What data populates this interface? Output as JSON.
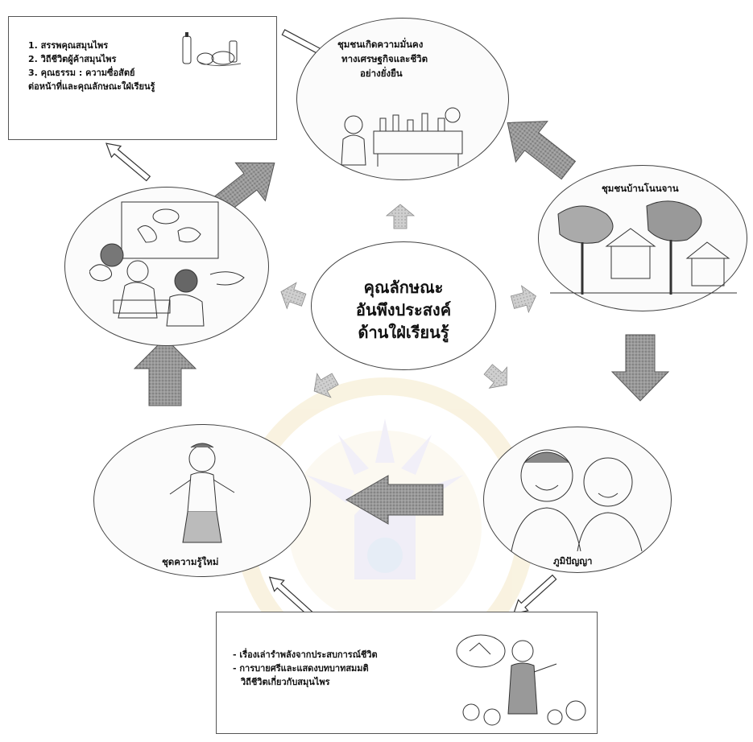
{
  "diagram": {
    "center": {
      "line1": "คุณลักษณะ",
      "line2": "อันพึงประสงค์",
      "line3": "ด้านใฝ่เรียนรู้"
    },
    "nodes": {
      "economy": {
        "line1": "ชุมชนเกิดความมั่นคง",
        "line2": "ทางเศรษฐกิจและชีวิต",
        "line3": "อย่างยั่งยืน"
      },
      "community": {
        "label": "ชุมชนบ้านโนนจาน"
      },
      "wisdom": {
        "label": "ภูมิปัญญา"
      },
      "knowledge_set": {
        "label": "ชุดความรู้ใหม่"
      }
    },
    "top_left_box": {
      "item1": "1. สรรพคุณสมุนไพร",
      "item2": "2. วิถีชีวิตผู้ค้าสมุนไพร",
      "item3": "3. คุณธรรม : ความซื่อสัตย์",
      "item4": "ต่อหน้าที่และคุณลักษณะใฝ่เรียนรู้"
    },
    "bottom_box": {
      "item1": "- เรื่องเล่ารำพลังจากประสบการณ์ชีวิต",
      "item2": "- การบายศรีและแสดงบทบาทสมมติ",
      "item3": "วิถีชีวิตเกี่ยวกับสมุนไพร"
    },
    "colors": {
      "big_arrow": "#8a8a8a",
      "small_arrow": "#c4c4c4",
      "outline": "#333333"
    }
  }
}
